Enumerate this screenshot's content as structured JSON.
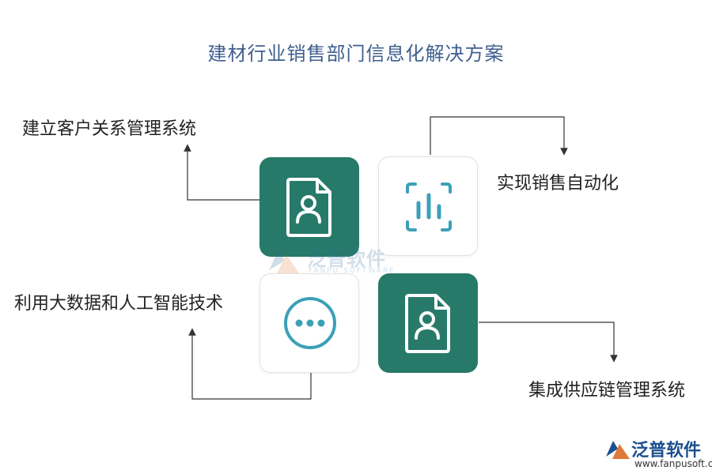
{
  "title": "建材行业销售部门信息化解决方案",
  "items": [
    {
      "label": "建立客户关系管理系统",
      "icon": "document-user-icon",
      "style": "dark"
    },
    {
      "label": "实现销售自动化",
      "icon": "bar-chart-icon",
      "style": "light"
    },
    {
      "label": "利用大数据和人工智能技术",
      "icon": "more-dots-icon",
      "style": "light"
    },
    {
      "label": "集成供应链管理系统",
      "icon": "document-user-icon",
      "style": "dark"
    }
  ],
  "watermark": {
    "text": "泛普软件",
    "subtext": "FANPU SOFTWARE"
  },
  "brand": {
    "text": "泛普软件",
    "url": "www.fanpusoft.com"
  },
  "colors": {
    "dark_tile": "#277a6a",
    "light_icon": "#3ba0b7",
    "title": "#3f5f8f"
  }
}
